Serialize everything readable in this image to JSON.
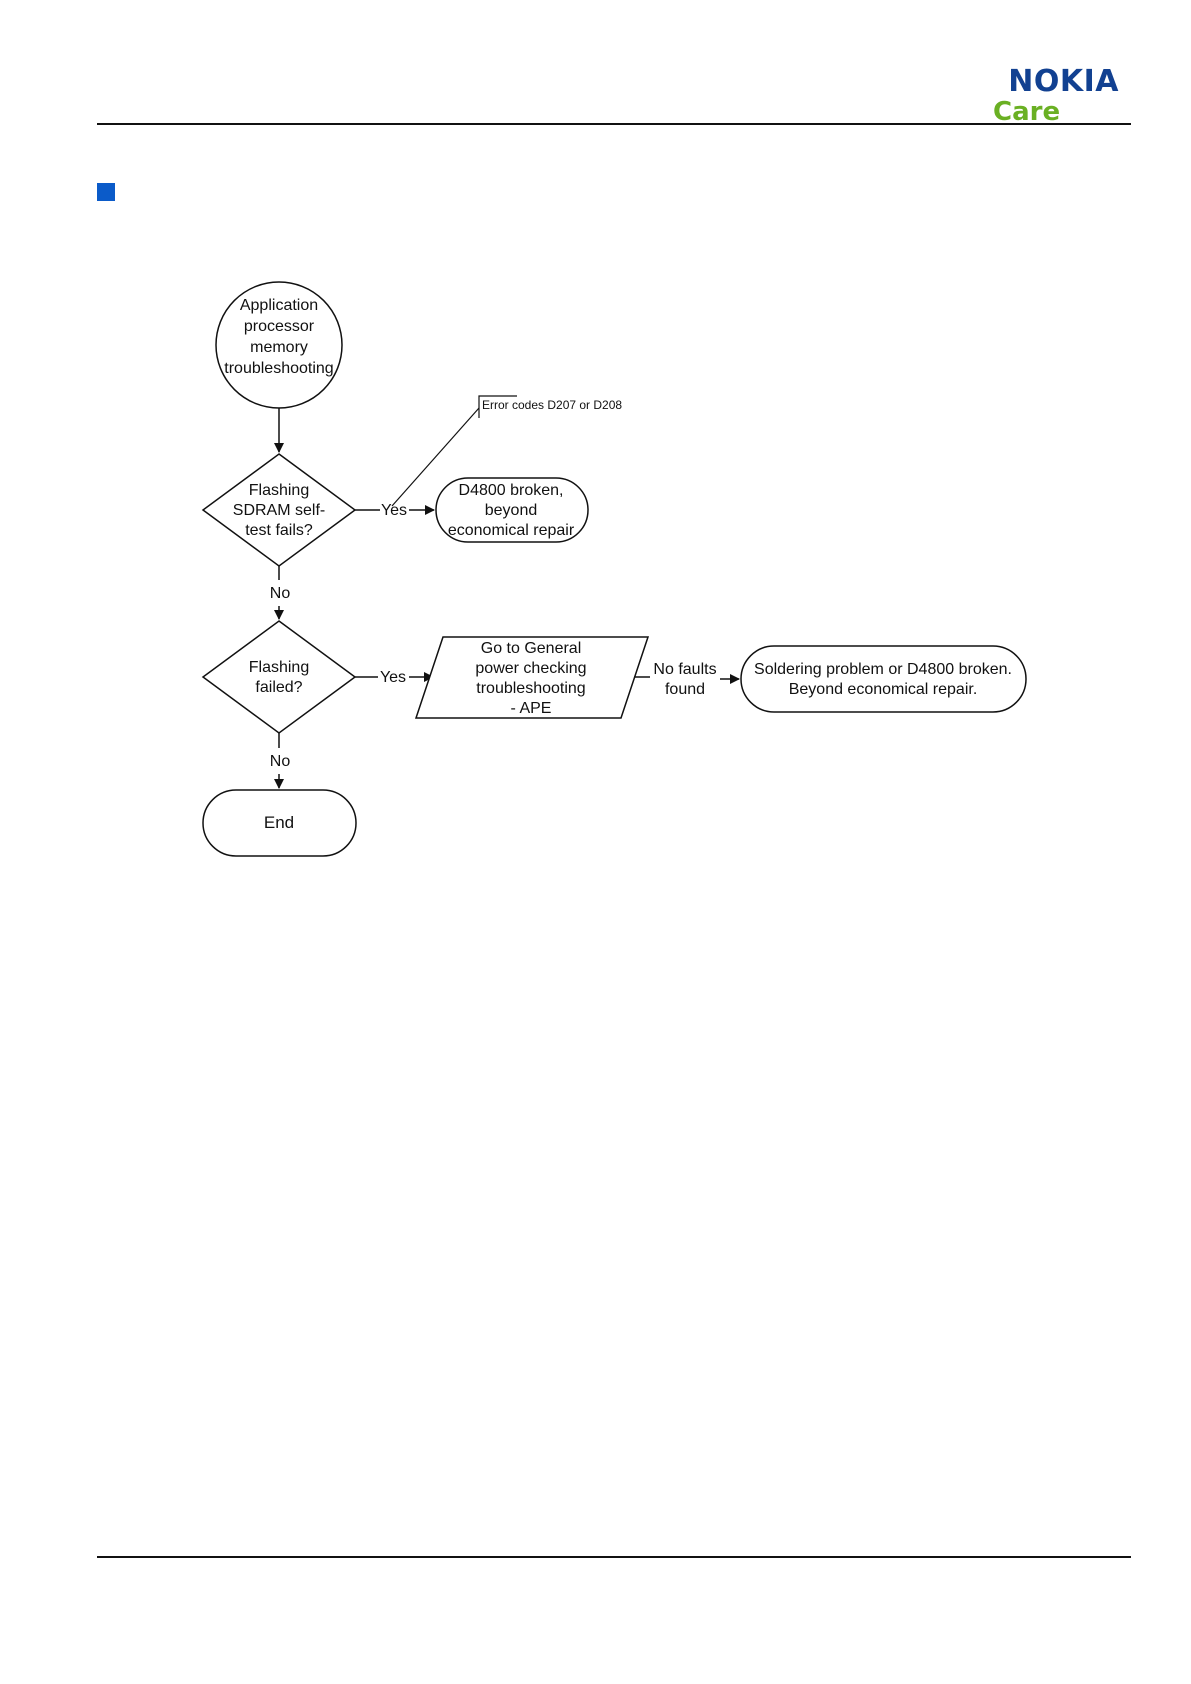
{
  "header": {
    "logo": {
      "brand": "NOKIA",
      "sub": "Care",
      "brand_color": "#124191",
      "sub_color": "#6ab023"
    }
  },
  "section": {
    "bullet_color": "#0b5bc9"
  },
  "flowchart": {
    "start": {
      "lines": [
        "Application",
        "processor",
        "memory",
        "troubleshooting"
      ]
    },
    "decision1": {
      "lines": [
        "Flashing",
        "SDRAM self-",
        "test fails?"
      ]
    },
    "annotation": {
      "text": "Error codes D207 or D208"
    },
    "yes1": "Yes",
    "terminal_d4800": {
      "lines": [
        "D4800 broken,",
        "beyond",
        "economical repair"
      ]
    },
    "no1": "No",
    "decision2": {
      "lines": [
        "Flashing",
        "failed?"
      ]
    },
    "yes2": "Yes",
    "goto_box": {
      "lines": [
        "Go to General",
        "power checking",
        "troubleshooting",
        "- APE"
      ]
    },
    "no_faults": {
      "lines": [
        "No faults",
        "found"
      ]
    },
    "terminal_soldering": {
      "lines": [
        "Soldering problem or D4800 broken.",
        "Beyond economical repair."
      ]
    },
    "no2": "No",
    "end": {
      "label": "End"
    }
  }
}
